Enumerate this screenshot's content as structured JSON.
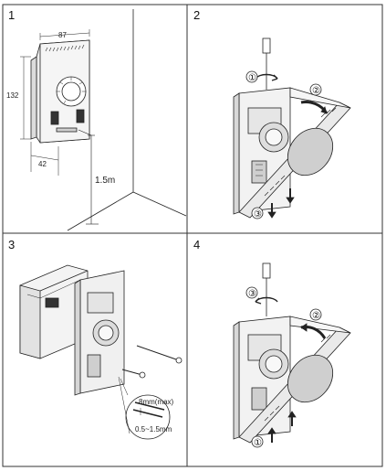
{
  "panels": [
    {
      "label": "1"
    },
    {
      "label": "2"
    },
    {
      "label": "3"
    },
    {
      "label": "4"
    }
  ],
  "dimensions": {
    "width": "87",
    "height": "132",
    "depth": "42",
    "mount_height": "1.5m"
  },
  "panel3": {
    "gap": "8mm(max)",
    "range": "0.5~1.5mm"
  },
  "steps": {
    "s1": "①",
    "s2": "②",
    "s3": "③"
  },
  "colors": {
    "line": "#222222",
    "face": "#e6e6e6",
    "dark": "#555555"
  }
}
